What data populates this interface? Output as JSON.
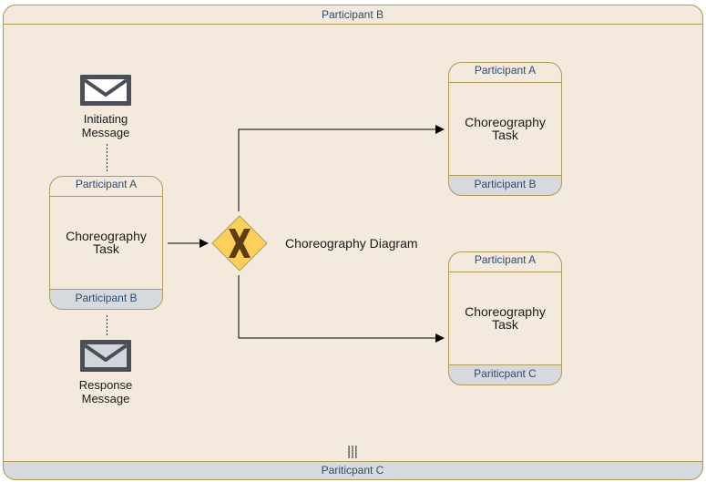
{
  "diagram": {
    "outer": {
      "top_label": "Participant B",
      "bottom_label": "Pariticpant C",
      "marker": "|||"
    },
    "initiating_message": {
      "icon": "envelope-icon",
      "line1": "Initiating",
      "line2": "Message"
    },
    "response_message": {
      "icon": "envelope-icon",
      "line1": "Response",
      "line2": "Message"
    },
    "task_main": {
      "top_band": "Participant A",
      "line1": "Choreography",
      "line2": "Task",
      "bottom_band": "Participant B"
    },
    "task_upper": {
      "top_band": "Participant A",
      "line1": "Choreography",
      "line2": "Task",
      "bottom_band": "Participant B"
    },
    "task_lower": {
      "top_band": "Participant A",
      "line1": "Choreography",
      "line2": "Task",
      "bottom_band": "Pariticpant C"
    },
    "gateway": {
      "icon": "exclusive-gateway-x-icon",
      "label": "Choreography Diagram"
    }
  },
  "colors": {
    "fill": "#f3e9dc",
    "stroke": "#b09b5c",
    "band_gray": "#d6dade",
    "band_text": "#2f4a6d",
    "gateway_fill": "#fcd05a",
    "gateway_x": "#5c3d10",
    "envelope": "#4a4f57",
    "text": "#1a1a1a"
  }
}
